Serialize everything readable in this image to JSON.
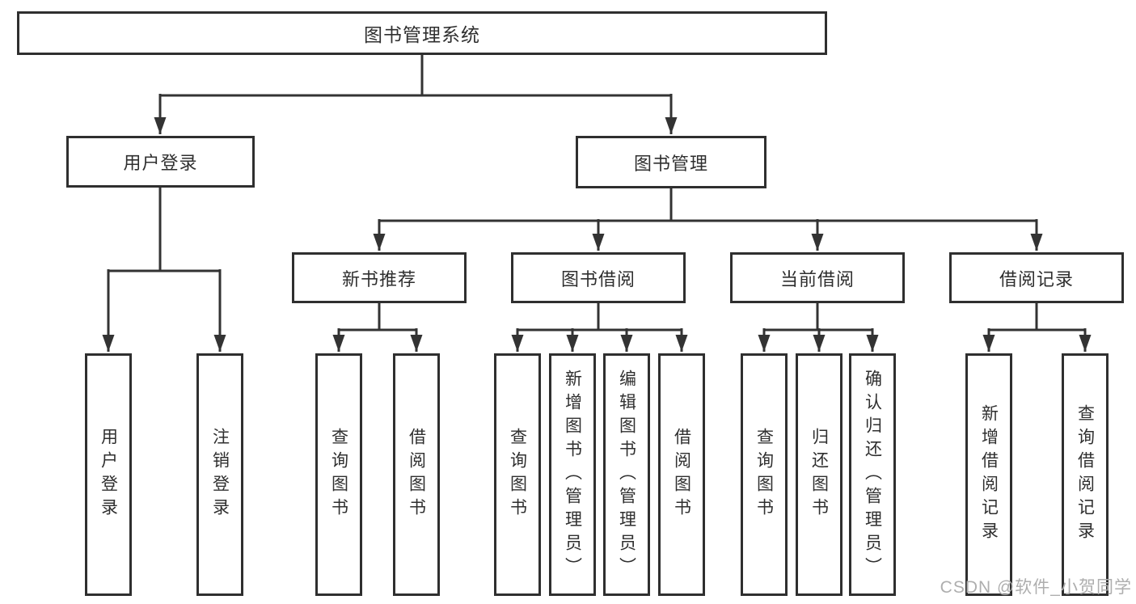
{
  "diagram_type": "tree-structure-chart",
  "style": {
    "background": "#ffffff",
    "box_border_color": "#2f2f2f",
    "box_fill": "#ffffff",
    "connector_color": "#333333",
    "text_color": "#2f2f2f",
    "watermark_color": "#aeaeae"
  },
  "nodes": {
    "root": {
      "label": "图书管理系统"
    },
    "user_login": {
      "label": "用户登录"
    },
    "book_mgmt": {
      "label": "图书管理"
    },
    "new_book_rec": {
      "label": "新书推荐"
    },
    "book_borrow": {
      "label": "图书借阅"
    },
    "current_borrow": {
      "label": "当前借阅"
    },
    "borrow_records": {
      "label": "借阅记录"
    },
    "leaf_user_login": {
      "label": "用户登录"
    },
    "leaf_logout": {
      "label": "注销登录"
    },
    "leaf_query_book_a": {
      "label": "查询图书"
    },
    "leaf_borrow_book_a": {
      "label": "借阅图书"
    },
    "leaf_query_book_b": {
      "label": "查询图书"
    },
    "leaf_add_book": {
      "label": "新增图书（管理员）"
    },
    "leaf_edit_book": {
      "label": "编辑图书（管理员）"
    },
    "leaf_borrow_book_b": {
      "label": "借阅图书"
    },
    "leaf_query_book_c": {
      "label": "查询图书"
    },
    "leaf_return_book": {
      "label": "归还图书"
    },
    "leaf_confirm_return": {
      "label": "确认归还（管理员）"
    },
    "leaf_add_record": {
      "label": "新增借阅记录"
    },
    "leaf_query_record": {
      "label": "查询借阅记录"
    }
  },
  "hierarchy": {
    "label": "图书管理系统",
    "children": [
      {
        "label": "用户登录",
        "children": [
          {
            "label": "用户登录"
          },
          {
            "label": "注销登录"
          }
        ]
      },
      {
        "label": "图书管理",
        "children": [
          {
            "label": "新书推荐",
            "children": [
              {
                "label": "查询图书"
              },
              {
                "label": "借阅图书"
              }
            ]
          },
          {
            "label": "图书借阅",
            "children": [
              {
                "label": "查询图书"
              },
              {
                "label": "新增图书（管理员）"
              },
              {
                "label": "编辑图书（管理员）"
              },
              {
                "label": "借阅图书"
              }
            ]
          },
          {
            "label": "当前借阅",
            "children": [
              {
                "label": "查询图书"
              },
              {
                "label": "归还图书"
              },
              {
                "label": "确认归还（管理员）"
              }
            ]
          },
          {
            "label": "借阅记录",
            "children": [
              {
                "label": "新增借阅记录"
              },
              {
                "label": "查询借阅记录"
              }
            ]
          }
        ]
      }
    ]
  },
  "watermark": {
    "text": "CSDN @软件_小贺同学"
  }
}
